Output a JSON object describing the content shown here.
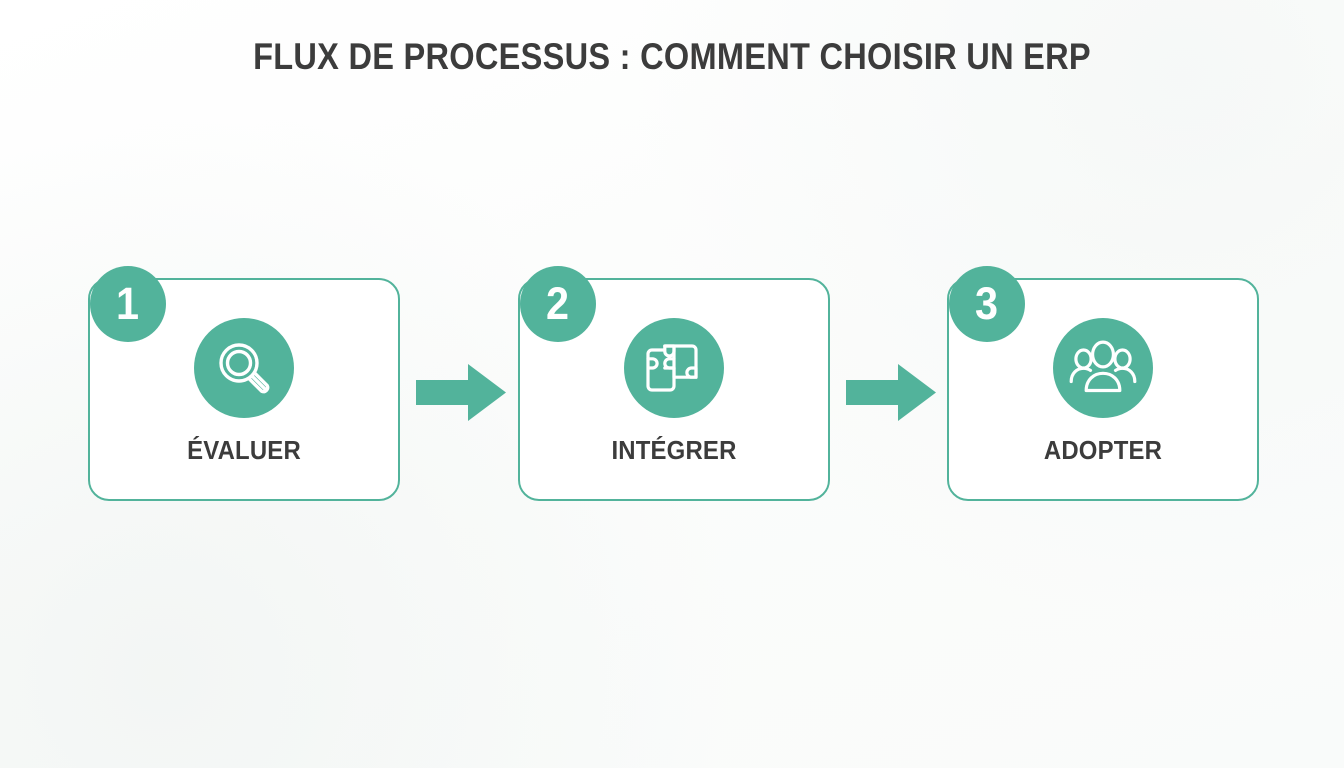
{
  "page": {
    "title": "FLUX DE PROCESSUS : COMMENT CHOISIR UN ERP",
    "background_color": "#fdfdfc",
    "accent_color": "#52b39b",
    "text_color": "#3c3c3c"
  },
  "flow": {
    "steps": [
      {
        "number": "1",
        "label": "ÉVALUER",
        "icon": "magnifying-glass-icon"
      },
      {
        "number": "2",
        "label": "INTÉGRER",
        "icon": "puzzle-pieces-icon"
      },
      {
        "number": "3",
        "label": "ADOPTER",
        "icon": "group-of-people-icon"
      }
    ],
    "connectors": [
      {
        "icon": "arrow-right-icon"
      },
      {
        "icon": "arrow-right-icon"
      }
    ]
  }
}
